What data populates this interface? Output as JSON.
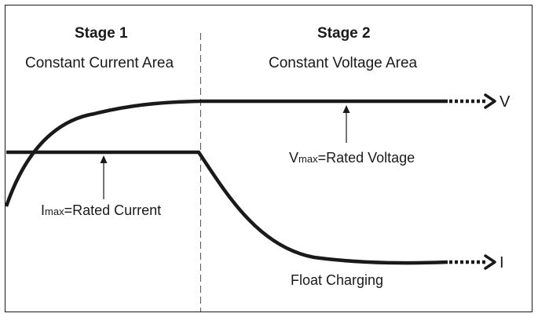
{
  "stage1": {
    "title": "Stage 1",
    "area": "Constant Current Area"
  },
  "stage2": {
    "title": "Stage 2",
    "area": "Constant Voltage Area"
  },
  "current_note": {
    "symbol": "I",
    "subscript": "max",
    "text": "=Rated Current"
  },
  "voltage_note": {
    "symbol": "V",
    "subscript": "max",
    "text": "=Rated Voltage"
  },
  "float_note": "Float Charging",
  "curve_labels": {
    "voltage": "V",
    "current": "I"
  },
  "colors": {
    "line": "#1a1a1a",
    "divider": "#555555",
    "background": "#ffffff"
  }
}
